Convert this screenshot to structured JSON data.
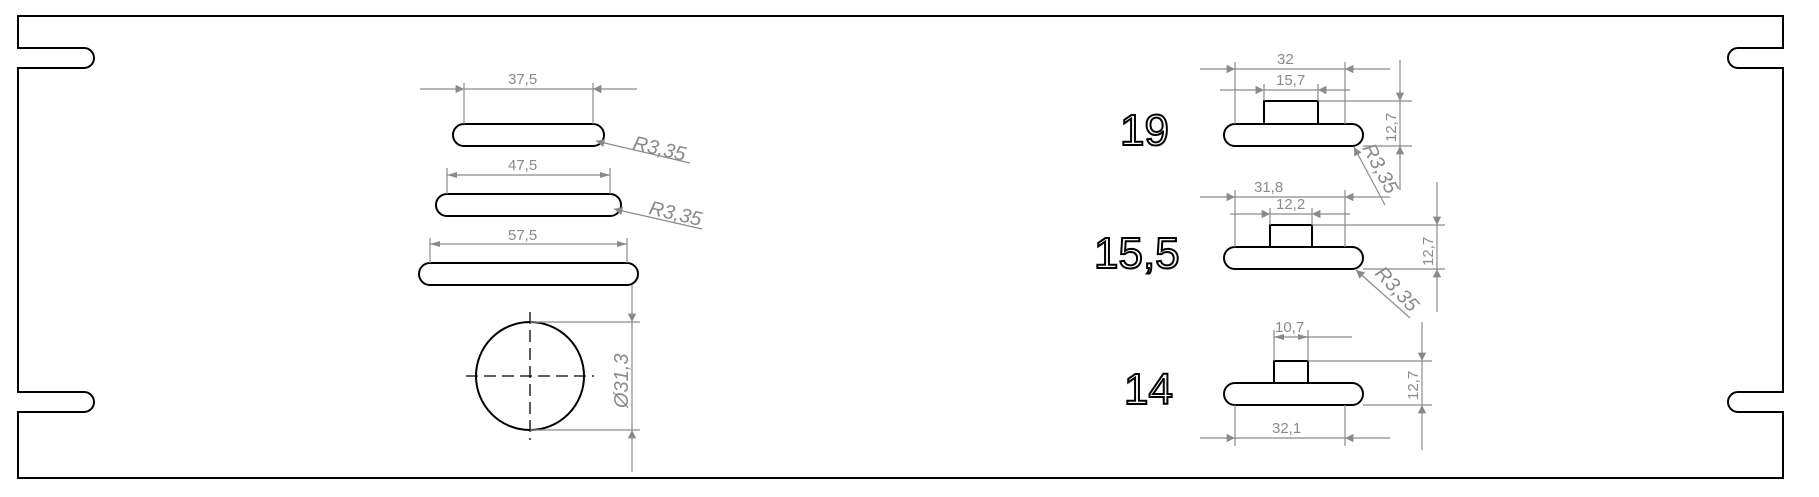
{
  "left_group": {
    "slot1": {
      "width": "37,5",
      "radius": "R3,35"
    },
    "slot2": {
      "width": "47,5",
      "radius": "R3,35"
    },
    "slot3": {
      "width": "57,5"
    },
    "hole": {
      "diameter": "Ø31,3"
    }
  },
  "right_group": {
    "row19": {
      "label": "19",
      "overall": "32",
      "tab": "15,7",
      "height": "12,7",
      "radius": "R3,35"
    },
    "row155": {
      "label": "15,5",
      "overall": "31,8",
      "tab": "12,2",
      "height": "12,7",
      "radius": "R3,35"
    },
    "row14": {
      "label": "14",
      "overall": "32,1",
      "tab": "10,7",
      "height": "12,7"
    }
  }
}
